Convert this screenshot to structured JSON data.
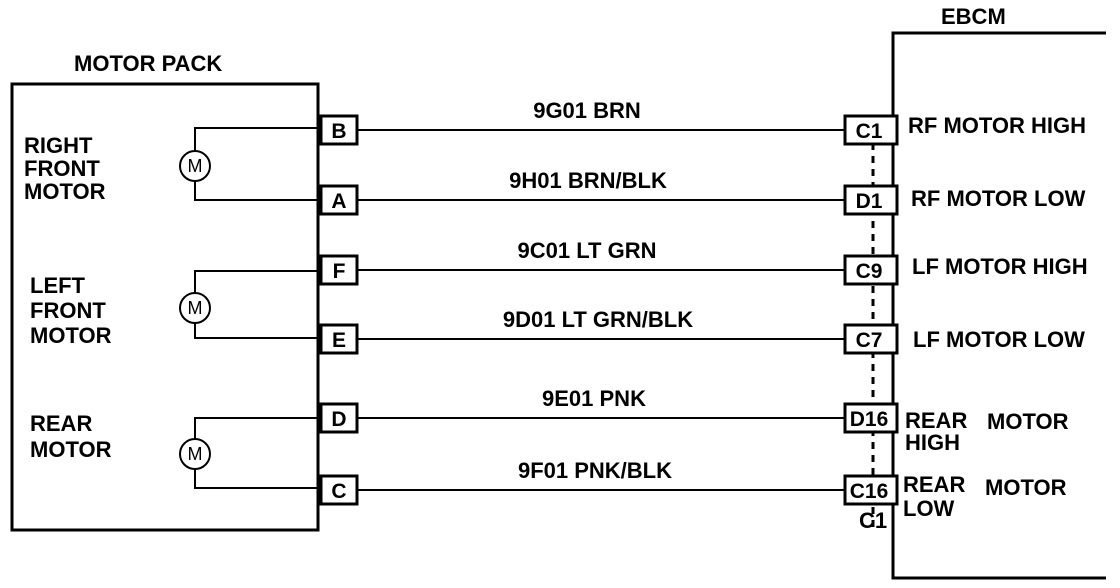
{
  "motor_pack": {
    "title": "MOTOR PACK",
    "motors": [
      {
        "lines": [
          "RIGHT",
          "FRONT",
          "MOTOR"
        ],
        "symbol": "M"
      },
      {
        "lines": [
          "LEFT",
          "FRONT",
          "MOTOR"
        ],
        "symbol": "M"
      },
      {
        "lines": [
          "REAR",
          "MOTOR"
        ],
        "symbol": "M"
      }
    ]
  },
  "ebcm": {
    "title": "EBCM",
    "connector_name": "C1"
  },
  "circuits": [
    {
      "pack_pin": "B",
      "wire": "9G01 BRN",
      "ebcm_pin": "C1",
      "function": [
        "RF MOTOR HIGH"
      ]
    },
    {
      "pack_pin": "A",
      "wire": "9H01 BRN/BLK",
      "ebcm_pin": "D1",
      "function": [
        "RF MOTOR LOW"
      ]
    },
    {
      "pack_pin": "F",
      "wire": "9C01 LT GRN",
      "ebcm_pin": "C9",
      "function": [
        "LF MOTOR HIGH"
      ]
    },
    {
      "pack_pin": "E",
      "wire": "9D01 LT GRN/BLK",
      "ebcm_pin": "C7",
      "function": [
        "LF MOTOR LOW"
      ]
    },
    {
      "pack_pin": "D",
      "wire": "9E01 PNK",
      "ebcm_pin": "D16",
      "function": [
        "REAR",
        "HIGH",
        "MOTOR"
      ]
    },
    {
      "pack_pin": "C",
      "wire": "9F01 PNK/BLK",
      "ebcm_pin": "C16",
      "function": [
        "REAR",
        "LOW",
        "MOTOR"
      ]
    }
  ]
}
